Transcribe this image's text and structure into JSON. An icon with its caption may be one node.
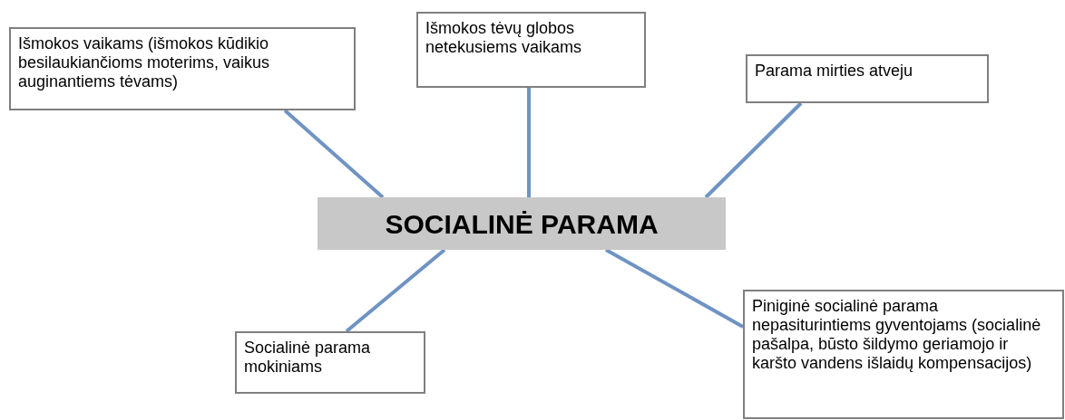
{
  "diagram": {
    "nodes": [
      {
        "text": [
          "Išmokos vaikams (išmokos kūdikio besilaukiančioms moterims, vaikus auginantiems tėvams)"
        ]
      },
      {
        "text": [
          "Išmokos tėvų globos netekusiems vaikams"
        ]
      },
      {
        "text": [
          "Parama mirties atveju"
        ]
      },
      {
        "text": [
          "SOCIALINĖ PARAMA"
        ]
      },
      {
        "text": [
          "Socialinė parama mokiniams"
        ]
      },
      {
        "text": [
          "Piniginė socialinė parama nepasiturintiems gyventojams (socialinė pašalpa, būsto šildymo geriamojo ir karšto vandens išlaidų kompensacijos)"
        ]
      }
    ],
    "edges": [
      {
        "from": 3,
        "to": 0,
        "arrow": "none"
      },
      {
        "from": 3,
        "to": 1,
        "arrow": "none"
      },
      {
        "from": 3,
        "to": 2,
        "arrow": "none"
      },
      {
        "from": 3,
        "to": 4,
        "arrow": "none"
      },
      {
        "from": 3,
        "to": 5,
        "arrow": "none"
      }
    ]
  }
}
